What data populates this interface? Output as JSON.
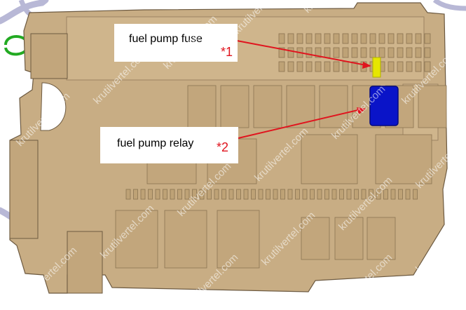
{
  "diagram": {
    "subject": "fuse and relay box",
    "colors": {
      "housing": "#c8ad84",
      "housing_light": "#d7c09a",
      "housing_dark": "#9c8462",
      "outline": "#6d5a41",
      "fuse_highlight": "#e6e600",
      "relay_highlight": "#0a14c8",
      "pointer": "#e0141e",
      "cable": "#b8b8d6",
      "clip": "#22aa22"
    }
  },
  "callouts": {
    "fuel_pump_fuse": {
      "label": "fuel pump fuse",
      "marker": "*1"
    },
    "fuel_pump_relay": {
      "label": "fuel pump relay",
      "marker": "*2"
    }
  },
  "watermark": {
    "text": "krutilvertel.com"
  }
}
